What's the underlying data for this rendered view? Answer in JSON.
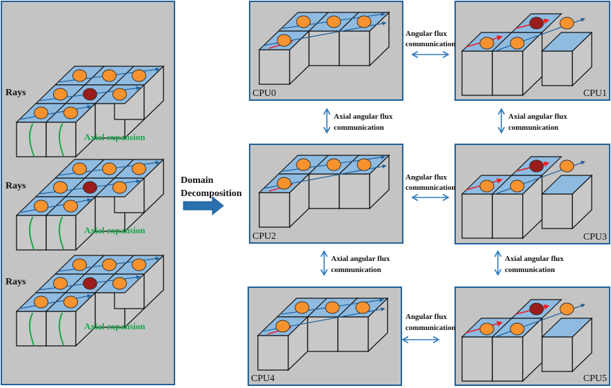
{
  "colors": {
    "panel_fill": "#c4c4c4",
    "panel_border": "#1f5f99",
    "top_face": "#8fbbe0",
    "box_side": "#c8c8c8",
    "ray_blue": "#1f5f99",
    "ray_red": "#ee1c24",
    "pin_orange": "#f7932f",
    "pin_red": "#9b1c1c",
    "axial_green": "#1aa64a",
    "arrow_blue": "#2e7cc0"
  },
  "left_panel": {
    "layers": [
      {
        "rays_label": "Rays",
        "axial_label": "Axial expansion"
      },
      {
        "rays_label": "Rays",
        "axial_label": "Axial expansion"
      },
      {
        "rays_label": "Rays",
        "axial_label": "Axial expansion"
      }
    ]
  },
  "domain_decomposition": {
    "line1": "Domain",
    "line2": "Decomposition"
  },
  "cpus": [
    {
      "label": "CPU0",
      "part": "A"
    },
    {
      "label": "CPU1",
      "part": "B"
    },
    {
      "label": "CPU2",
      "part": "A"
    },
    {
      "label": "CPU3",
      "part": "B"
    },
    {
      "label": "CPU4",
      "part": "A"
    },
    {
      "label": "CPU5",
      "part": "B"
    }
  ],
  "horizontal_comm": [
    {
      "line1": "Angular flux",
      "line2": "communication"
    },
    {
      "line1": "Angular flux",
      "line2": "communication"
    },
    {
      "line1": "Angular flux",
      "line2": "communication"
    }
  ],
  "vertical_comm": [
    {
      "line1": "Axial angular flux",
      "line2": "communication"
    },
    {
      "line1": "Axial angular flux",
      "line2": "communication"
    },
    {
      "line1": "Axial angular flux",
      "line2": "communication"
    },
    {
      "line1": "Axial angular flux",
      "line2": "communication"
    }
  ]
}
